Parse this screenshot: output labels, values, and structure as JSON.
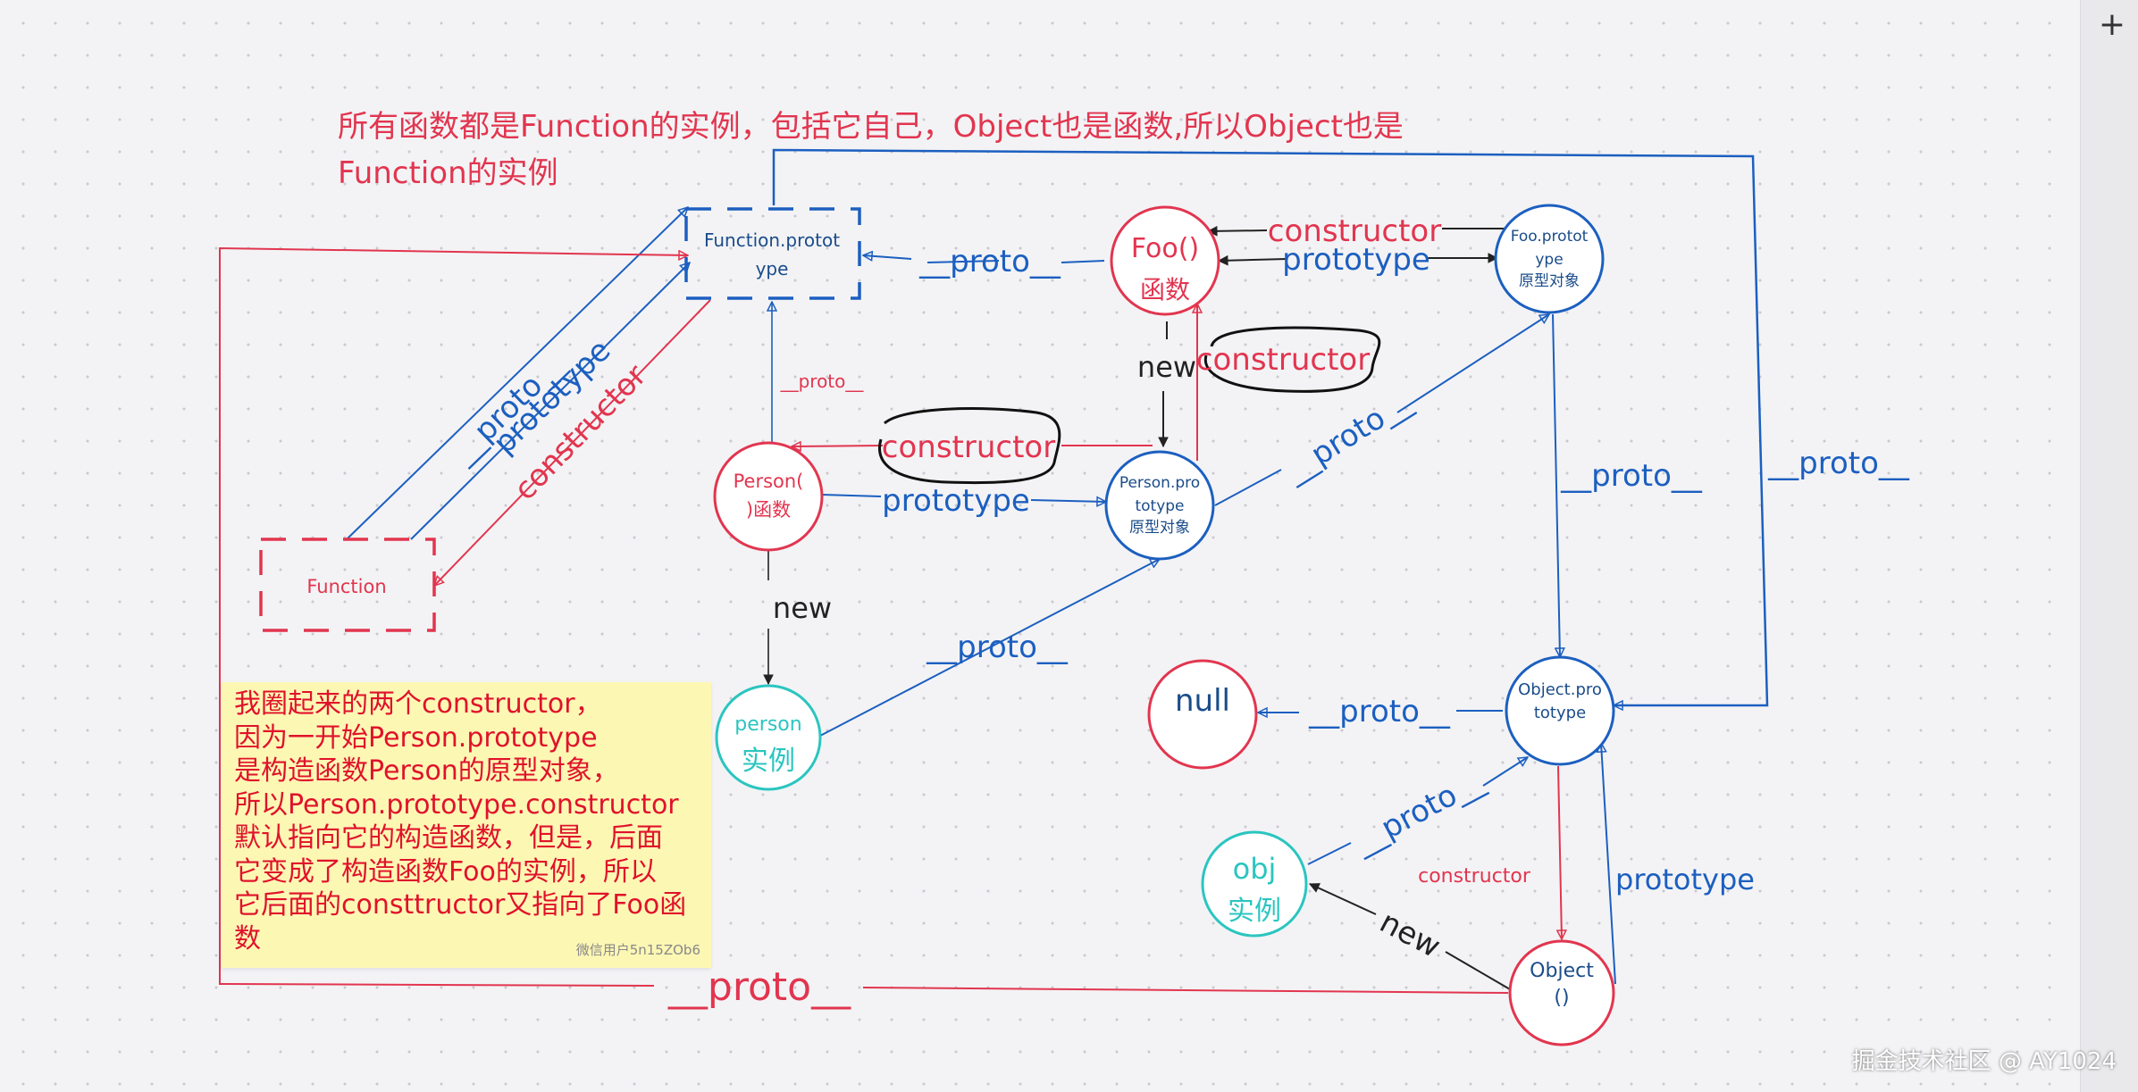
{
  "heading": {
    "line1": "所有函数都是Function的实例，包括它自己，Object也是函数,所以Object也是",
    "line2": "Function的实例"
  },
  "nodes": {
    "function_prototype": {
      "line1": "Function.protot",
      "line2": "ype"
    },
    "function": {
      "label": "Function"
    },
    "foo": {
      "line1": "Foo()",
      "line2": "函数"
    },
    "foo_prototype": {
      "line1": "Foo.protot",
      "line2": "ype",
      "line3": "原型对象"
    },
    "person": {
      "line1": "Person(",
      "line2": ")函数"
    },
    "person_prototype": {
      "line1": "Person.pro",
      "line2": "totype",
      "line3": "原型对象"
    },
    "person_instance": {
      "line1": "person",
      "line2": "实例"
    },
    "null": {
      "label": "null"
    },
    "object_prototype": {
      "line1": "Object.pro",
      "line2": "totype"
    },
    "obj": {
      "line1": "obj",
      "line2": "实例"
    },
    "object": {
      "line1": "Object",
      "line2": "()"
    }
  },
  "edge_labels": {
    "fp_proto": "__proto__",
    "fp_prototype": "prototype",
    "fp_constructor": "constructor",
    "foo_proto": "__proto__",
    "foo_constructor": "constructor",
    "foo_prototype": "prototype",
    "foo_new": "new",
    "foo_circled_constructor": "constructor",
    "person_small_proto": "__proto__",
    "person_circled_constructor": "constructor",
    "person_prototype": "prototype",
    "person_new": "new",
    "pp_proto": "__proto__",
    "instance_proto": "__proto__",
    "foop_proto": "__proto__",
    "right_proto": "__proto__",
    "null_proto": "__proto__",
    "obj_proto": "__proto__",
    "obj_constructor": "constructor",
    "obj_prototype": "prototype",
    "obj_new": "new",
    "bottom_proto": "__proto__"
  },
  "note": {
    "lines": [
      "我圈起来的两个constructor，",
      "因为一开始Person.prototype",
      "是构造函数Person的原型对象，",
      "所以Person.prototype.constructor",
      "默认指向它的构造函数，但是，后面",
      "它变成了构造函数Foo的实例，所以",
      "它后面的consttructor又指向了Foo函",
      "数"
    ],
    "author": "微信用户5n15ZOb6"
  },
  "watermark": "掘金技术社区 @ AY1024",
  "colors": {
    "blue": "#1c5fc0",
    "red": "#e2354f",
    "black": "#222222",
    "teal": "#2bc5c0",
    "note": "#fdf7b4"
  }
}
